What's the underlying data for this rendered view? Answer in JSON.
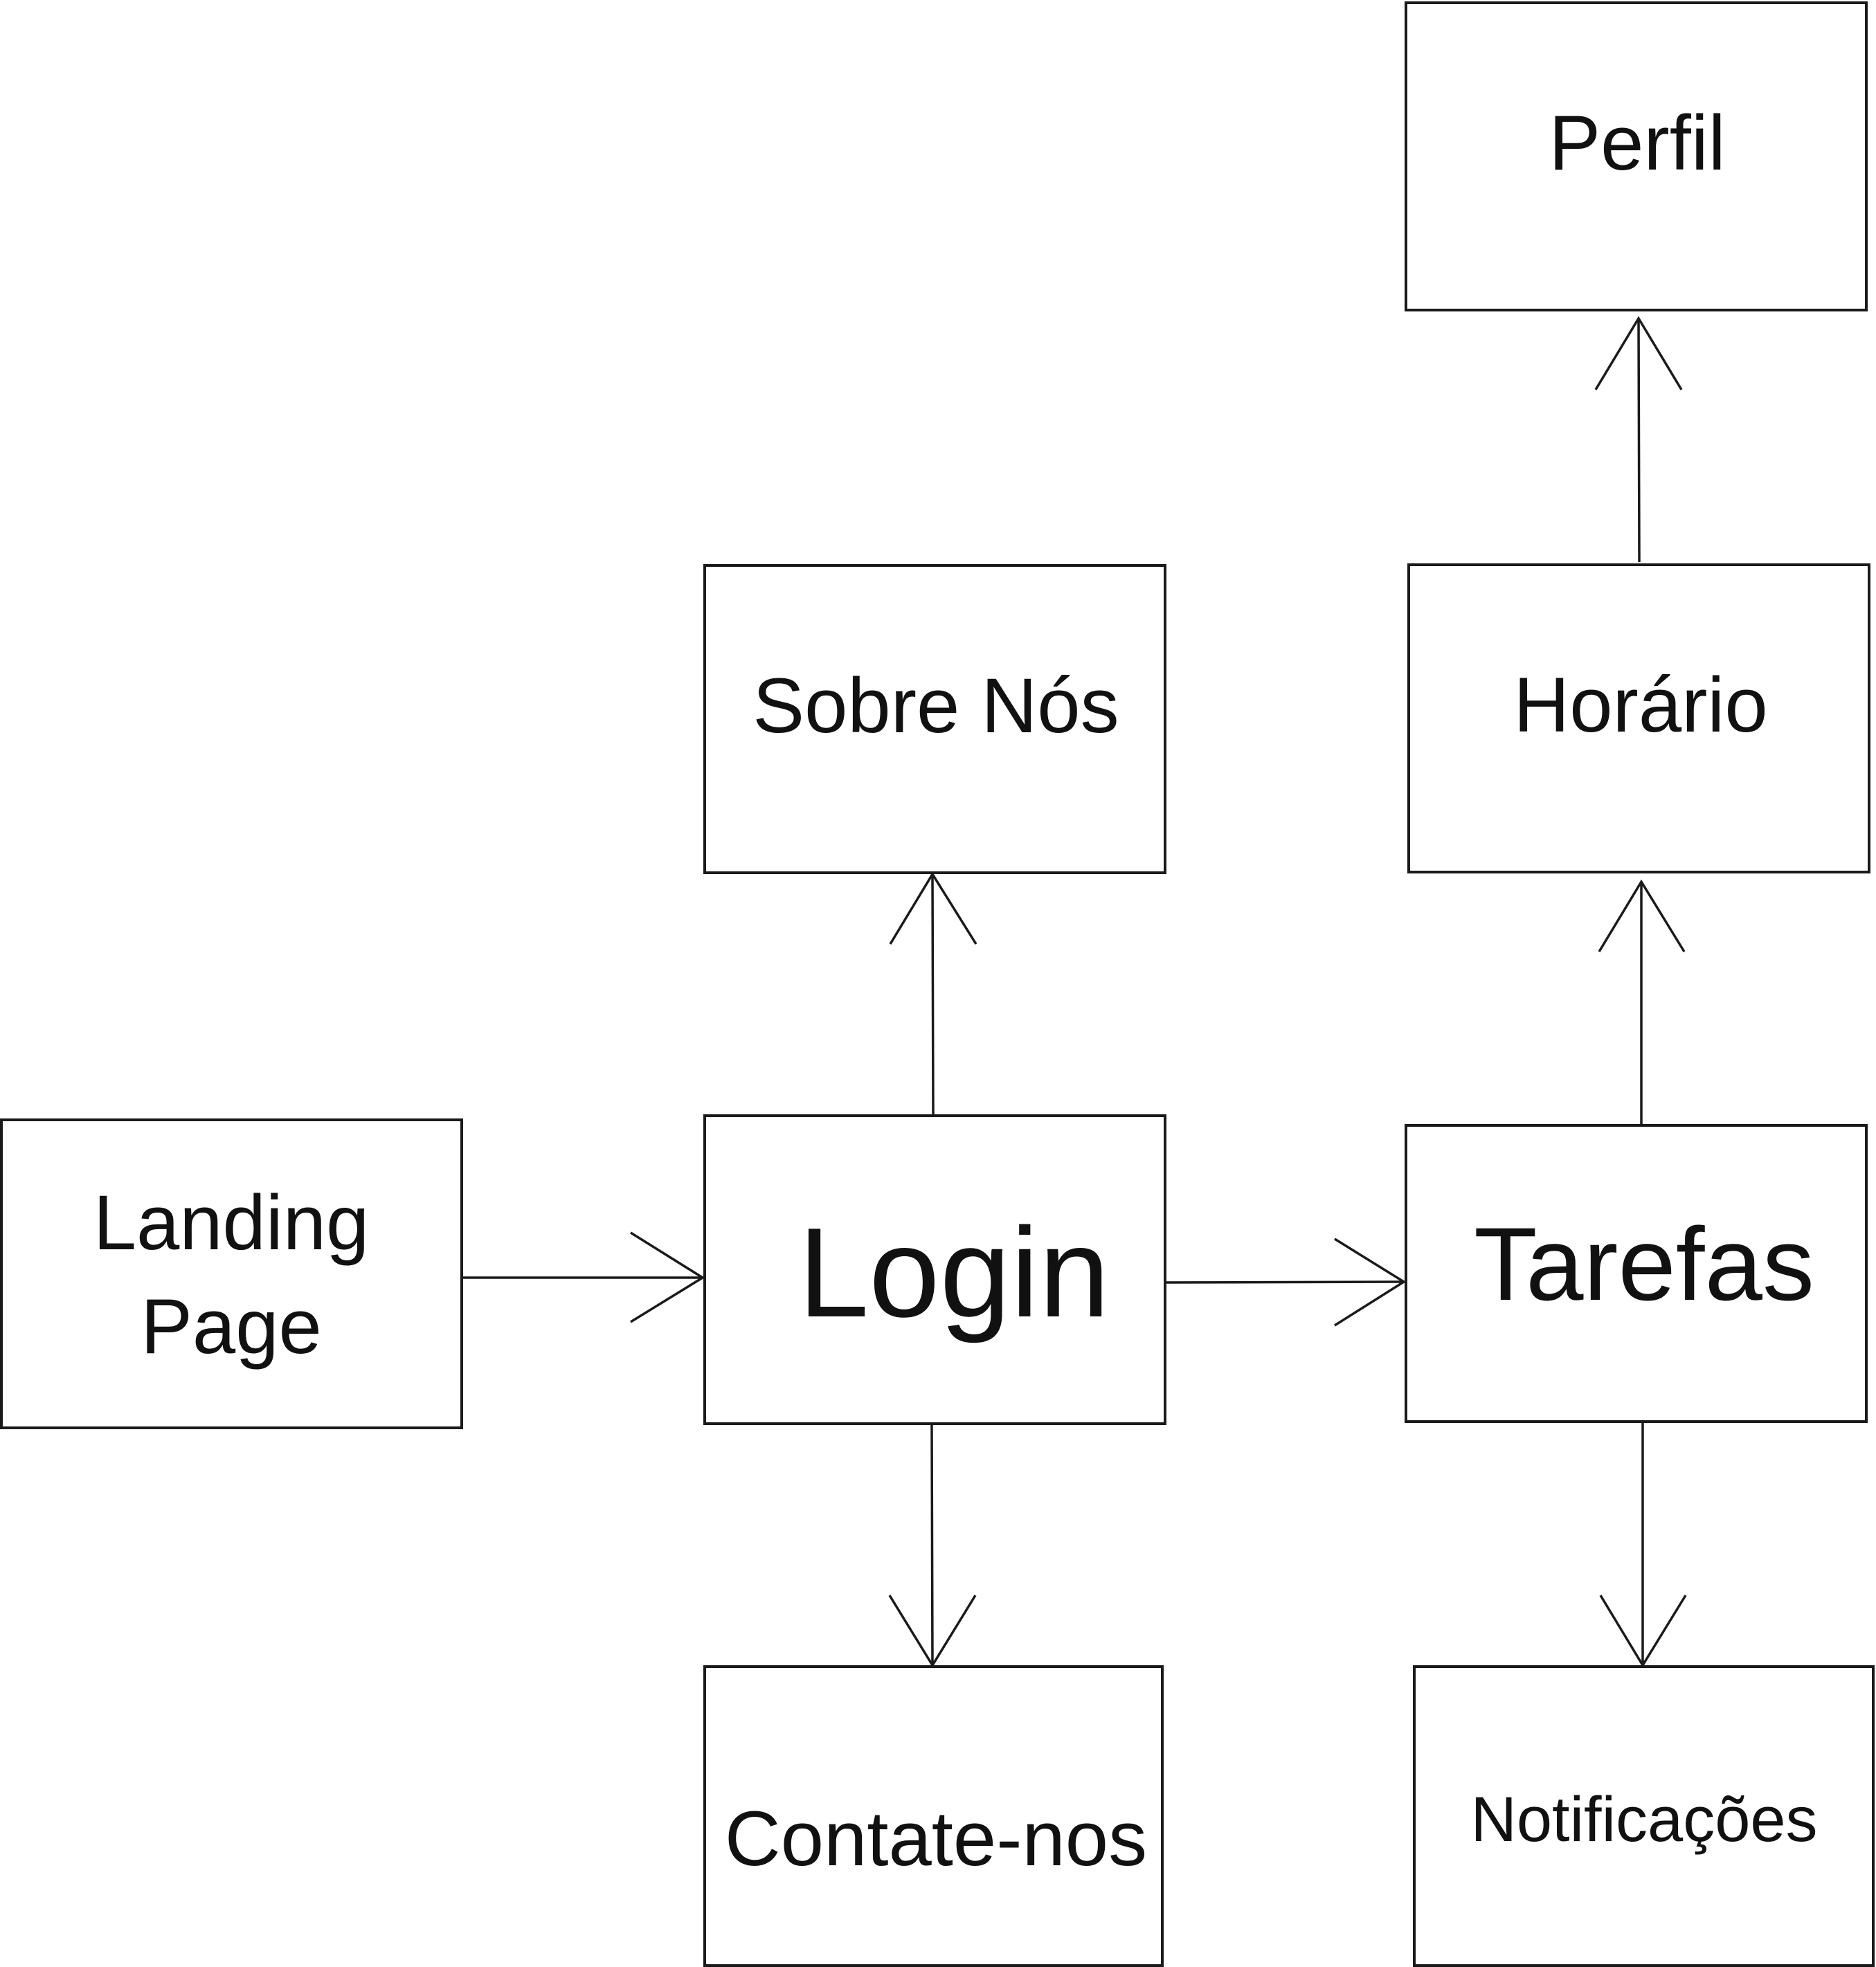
{
  "diagram": {
    "nodes": {
      "perfil": {
        "label": "Perfil"
      },
      "sobre": {
        "label": "Sobre Nós"
      },
      "horario": {
        "label": "Horário"
      },
      "landing": {
        "line1": "Landing",
        "line2": "Page"
      },
      "login": {
        "label": "Login"
      },
      "tarefas": {
        "label": "Tarefas"
      },
      "contate": {
        "label": "Contate-nos"
      },
      "notificacoes": {
        "label": "Notificações"
      }
    },
    "edges": [
      {
        "from": "Landing Page",
        "to": "Login"
      },
      {
        "from": "Login",
        "to": "Tarefas"
      },
      {
        "from": "Login",
        "to": "Sobre Nós"
      },
      {
        "from": "Login",
        "to": "Contate-nos"
      },
      {
        "from": "Tarefas",
        "to": "Horário"
      },
      {
        "from": "Horário",
        "to": "Perfil"
      },
      {
        "from": "Tarefas",
        "to": "Notificações"
      }
    ],
    "colors": {
      "stroke": "#1a1a1a",
      "text": "#111111",
      "background": "#ffffff"
    }
  }
}
